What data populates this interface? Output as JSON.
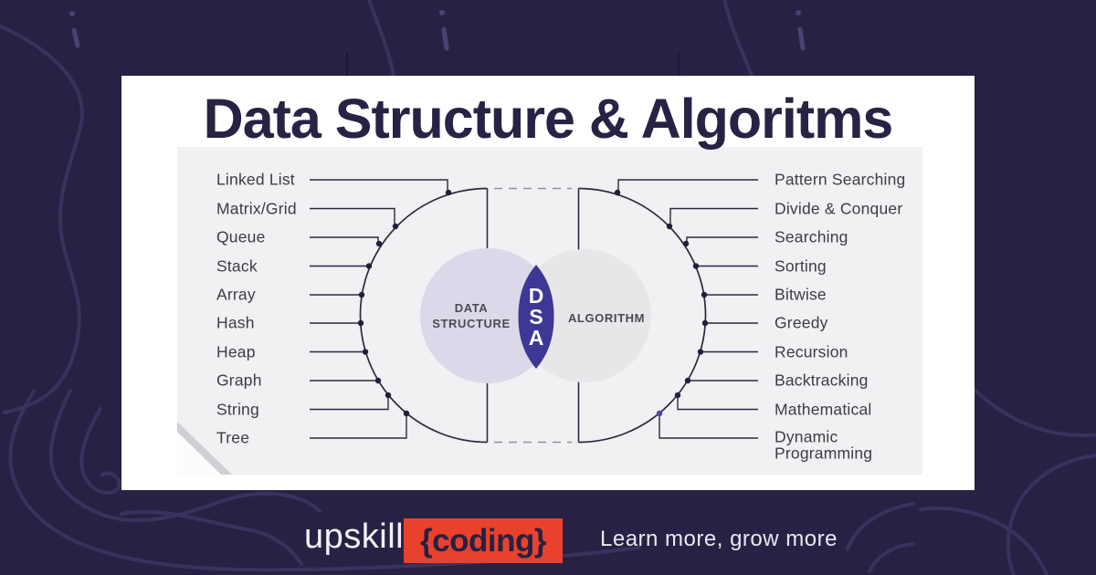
{
  "card": {
    "title": "Data Structure & Algoritms"
  },
  "diagram": {
    "left_items": [
      "Linked List",
      "Matrix/Grid",
      "Queue",
      "Stack",
      "Array",
      "Hash",
      "Heap",
      "Graph",
      "String",
      "Tree"
    ],
    "right_items": [
      "Pattern Searching",
      "Divide & Conquer",
      "Searching",
      "Sorting",
      "Bitwise",
      "Greedy",
      "Recursion",
      "Backtracking",
      "Mathematical",
      "Dynamic Programming"
    ],
    "venn": {
      "left_label": "DATA STRUCTURE",
      "right_label": "ALGORITHM",
      "center_letters": [
        "D",
        "S",
        "A"
      ]
    },
    "colors": {
      "left_circle": "#dbd8e9",
      "right_circle": "#e7e6e9",
      "lens": "#3d3795",
      "line": "#2b2a3e",
      "dot": "#201f3b",
      "dot_accent": "#4f46aa",
      "dash": "#90909a",
      "panel": "#f1f0f2"
    }
  },
  "footer": {
    "brand_first": "upskill",
    "brand_second": "{coding}",
    "tagline": "Learn more, grow more",
    "brand_box_color": "#e8422c"
  },
  "background": {
    "color": "#272243",
    "contour_color": "#3a3561"
  }
}
